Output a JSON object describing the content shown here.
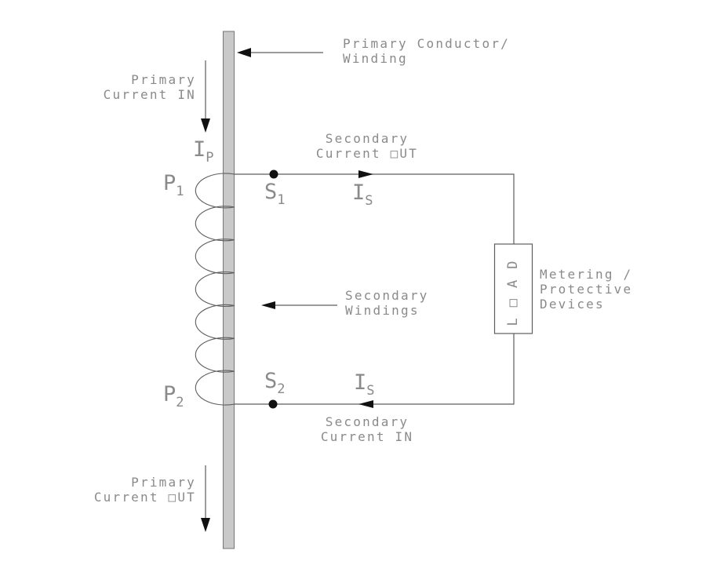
{
  "labels": {
    "primary_conductor": {
      "line1": "Primary Conductor/",
      "line2": "Winding"
    },
    "primary_current_in": {
      "line1": "Primary",
      "line2": "Current IN"
    },
    "primary_current_out": {
      "line1": "Primary",
      "line2": "Current OUT"
    },
    "secondary_current_out": {
      "line1": "Secondary",
      "line2": "Current OUT"
    },
    "secondary_current_in": {
      "line1": "Secondary",
      "line2": "Current IN"
    },
    "secondary_windings": {
      "line1": "Secondary",
      "line2": "Windings"
    },
    "metering": {
      "line1": "Metering /",
      "line2": "Protective",
      "line3": "Devices"
    },
    "load": "LOAD"
  },
  "terminals": {
    "ip": {
      "base": "I",
      "sub": "P"
    },
    "p1": {
      "base": "P",
      "sub": "1"
    },
    "p2": {
      "base": "P",
      "sub": "2"
    },
    "s1": {
      "base": "S",
      "sub": "1"
    },
    "s2": {
      "base": "S",
      "sub": "2"
    },
    "is_top": {
      "base": "I",
      "sub": "S"
    },
    "is_bottom": {
      "base": "I",
      "sub": "S"
    }
  },
  "colors": {
    "line": "#5e5e5e",
    "text": "#8a8a8a",
    "bar_fill": "#c9c9c9",
    "bar_edge": "#757575",
    "marker": "#111111",
    "background": "#ffffff"
  }
}
